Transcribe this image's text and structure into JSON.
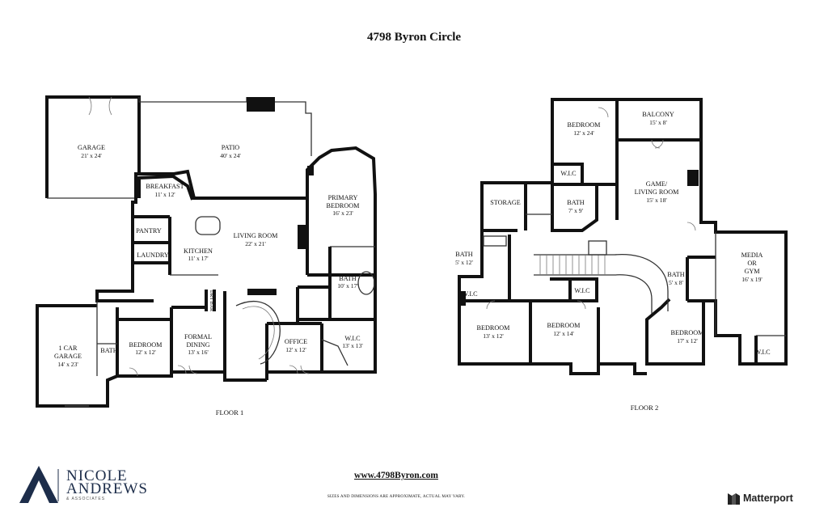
{
  "title": "4798 Byron Circle",
  "floors": {
    "floor1": {
      "label": "FLOOR 1",
      "rooms": {
        "garage": {
          "name": "GARAGE",
          "dims": "21' x 24'"
        },
        "patio": {
          "name": "PATIO",
          "dims": "40' x 24'"
        },
        "breakfast": {
          "name": "BREAKFAST",
          "dims": "11' x 12'"
        },
        "primary_bedroom": {
          "name1": "PRIMARY",
          "name2": "BEDROOM",
          "dims": "16' x 23'"
        },
        "pantry": {
          "name": "PANTRY"
        },
        "living_room": {
          "name": "LIVING ROOM",
          "dims": "22' x 21'"
        },
        "laundry": {
          "name": "LAUNDRY"
        },
        "kitchen": {
          "name": "KITCHEN",
          "dims": "11' x 17'"
        },
        "primary_bath": {
          "name": "BATH",
          "dims": "10' x 17'"
        },
        "dry_bar": {
          "name": "DRY BAR"
        },
        "car_garage": {
          "name1": "1 CAR",
          "name2": "GARAGE",
          "dims": "14' x 23'"
        },
        "bath": {
          "name": "BATH"
        },
        "bedroom": {
          "name": "BEDROOM",
          "dims": "12' x 12'"
        },
        "formal_dining": {
          "name1": "FORMAL",
          "name2": "DINING",
          "dims": "13' x 16'"
        },
        "office": {
          "name": "OFFICE",
          "dims": "12' x 12'"
        },
        "wic": {
          "name": "W.I.C",
          "dims": "13' x 13'"
        }
      }
    },
    "floor2": {
      "label": "FLOOR 2",
      "rooms": {
        "bedroom_top": {
          "name": "BEDROOM",
          "dims": "12' x 24'"
        },
        "balcony": {
          "name": "BALCONY",
          "dims": "15' x 8'"
        },
        "game_room": {
          "name1": "GAME/",
          "name2": "LIVING ROOM",
          "dims": "15' x 18'"
        },
        "wic_top": {
          "name": "W.I.C"
        },
        "storage": {
          "name": "STORAGE"
        },
        "bath_mid": {
          "name": "BATH",
          "dims": "7' x 9'"
        },
        "bath_left": {
          "name": "BATH",
          "dims": "5' x 12'"
        },
        "media": {
          "name1": "MEDIA",
          "name2": "OR",
          "name3": "GYM",
          "dims": "16' x 19'"
        },
        "bath_right": {
          "name": "BATH",
          "dims": "5' x 8'"
        },
        "wic_left": {
          "name": "W.I.C"
        },
        "wic_mid": {
          "name": "W.I.C"
        },
        "bedroom_left": {
          "name": "BEDROOM",
          "dims": "13' x 12'"
        },
        "bedroom_mid": {
          "name": "BEDROOM",
          "dims": "12' x 14'"
        },
        "bedroom_right": {
          "name": "BEDROOM",
          "dims": "17' x 12'"
        },
        "wic_right": {
          "name": "W.I.C"
        }
      }
    }
  },
  "branding": {
    "line1": "NICOLE",
    "line2": "ANDREWS",
    "line3": "& ASSOCIATES",
    "logo_color": "#1d2d4a"
  },
  "website": "www.4798Byron.com",
  "disclaimer": "SIZES AND DIMENSIONS ARE APPROXIMATE, ACTUAL MAY VARY.",
  "matterport": "Matterport"
}
